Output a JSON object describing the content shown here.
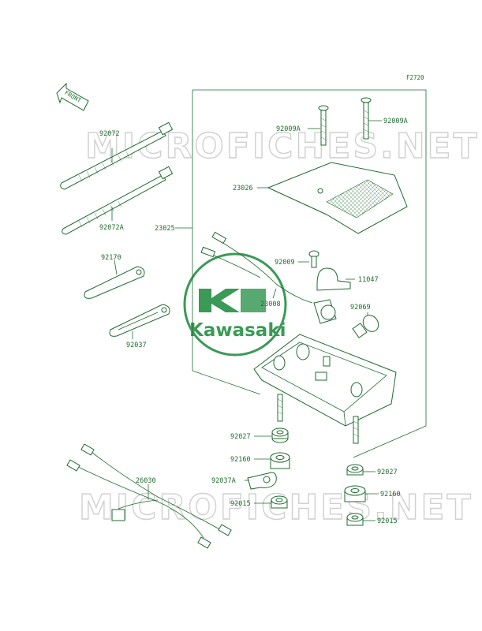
{
  "figure_ref": "F2720",
  "front_label": "FRONT",
  "watermark": "MICROFICHES.NET",
  "brand_logo": {
    "text": "Kawasaki",
    "color": "#3a9a56"
  },
  "line_color": "#1f6b2f",
  "parts": {
    "p92072": "92072",
    "p92072a": "92072A",
    "p92170": "92170",
    "p92037": "92037",
    "p26030": "26030",
    "p23025": "23025",
    "p92009a_1": "92009A",
    "p92009a_2": "92009A",
    "p23026": "23026",
    "p92009": "92009",
    "p11047": "11047",
    "p23008": "23008",
    "p92069": "92069",
    "p92027_1": "92027",
    "p92160_1": "92160",
    "p92037a": "92037A",
    "p92015_1": "92015",
    "p92027_2": "92027",
    "p92160_2": "92160",
    "p92015_2": "92015"
  }
}
